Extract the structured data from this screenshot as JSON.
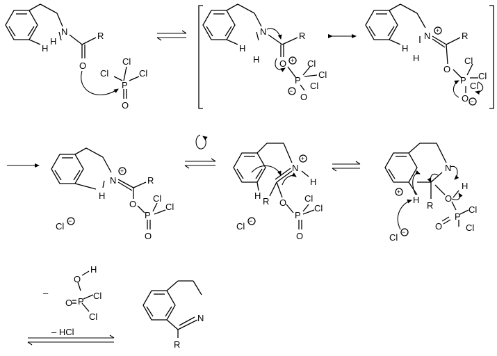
{
  "labels": {
    "H": "H",
    "N": "N",
    "O": "O",
    "R": "R",
    "P": "P",
    "Cl": "Cl",
    "plus": "+",
    "minus": "−",
    "minus_sign": "–",
    "minus_hcl": "– HCl"
  },
  "colors": {
    "ink": "#000000",
    "background": "#ffffff"
  }
}
